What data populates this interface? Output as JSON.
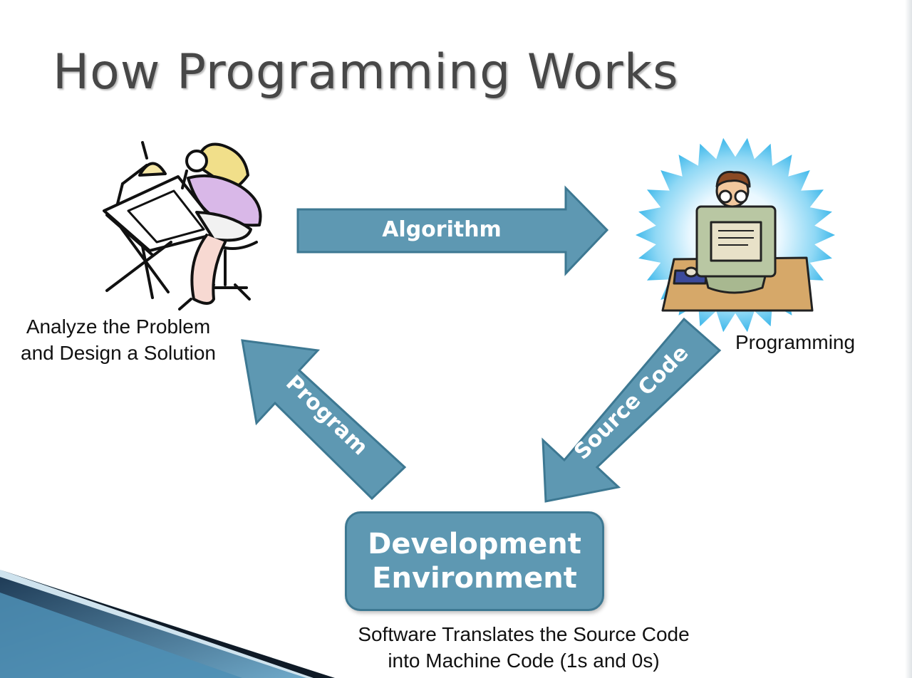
{
  "slide": {
    "title": "How Programming Works"
  },
  "stages": {
    "analyze": {
      "caption_line1": "Analyze the Problem",
      "caption_line2": "and Design a Solution",
      "icon": "woman-at-drafting-table-icon"
    },
    "programming": {
      "caption": "Programming",
      "icon": "programmer-at-computer-icon"
    },
    "development": {
      "box_line1": "Development",
      "box_line2": "Environment",
      "caption_line1": "Software Translates the Source Code",
      "caption_line2": "into Machine Code (1s and 0s)"
    }
  },
  "arrows": {
    "algorithm": "Algorithm",
    "source_code": "Source Code",
    "program": "Program"
  },
  "colors": {
    "arrow_fill": "#5e98b2",
    "arrow_stroke": "#3d7892",
    "title": "#474747",
    "accent_dark": "#1f3c57"
  }
}
